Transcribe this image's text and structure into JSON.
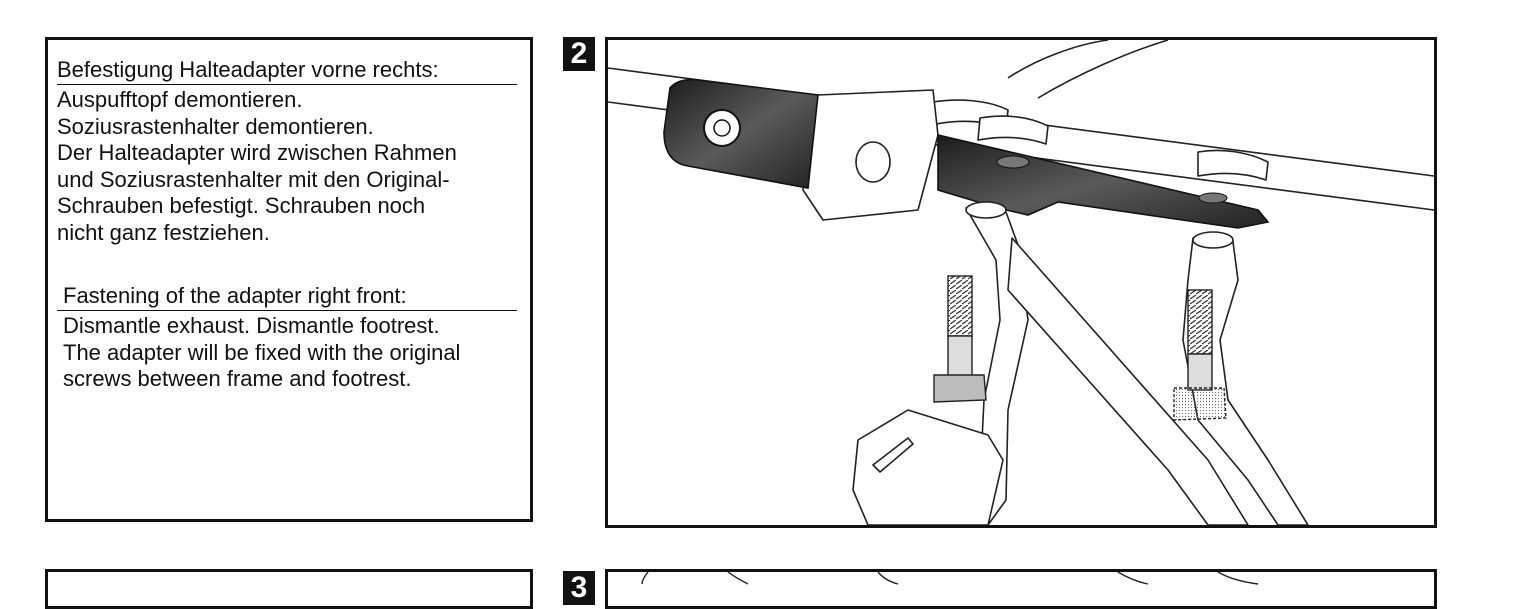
{
  "step": {
    "number": "2",
    "german": {
      "heading": "Befestigung Halteadapter vorne rechts:",
      "body": "Auspufftopf demontieren.\nSoziusrastenhalter demontieren.\nDer Halteadapter wird zwischen Rahmen\nund Soziusrastenhalter mit den Original-\nSchrauben befestigt. Schrauben noch\nnicht ganz festziehen."
    },
    "english": {
      "heading": "Fastening of the adapter right front:",
      "body": "Dismantle exhaust. Dismantle footrest.\nThe adapter will be fixed with the original\nscrews between frame and footrest."
    }
  },
  "next_step": {
    "number": "3"
  }
}
